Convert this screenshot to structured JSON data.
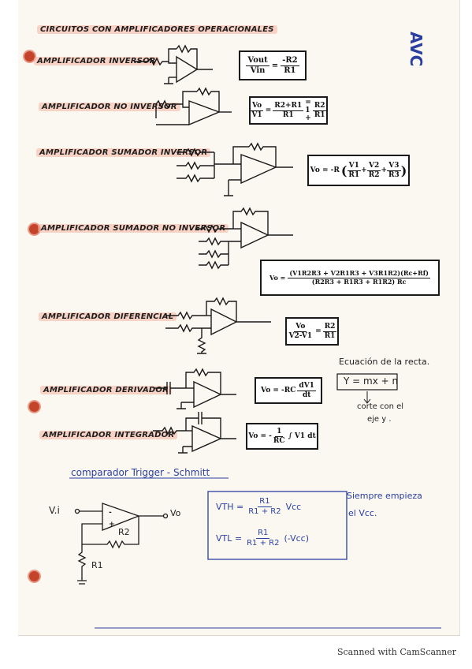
{
  "page_title": "CIRCUITOS CON AMPLIFICADORES OPERACIONALES",
  "corner_mark": "AVC",
  "sections": [
    {
      "title": "AMPLIFICADOR INVERSOR",
      "formula_lhs_num": "Vout",
      "formula_lhs_den": "Vin",
      "formula_rhs_num": "-R2",
      "formula_rhs_den": "R1"
    },
    {
      "title": "AMPLIFICADOR NO INVERSOR",
      "formula_lhs_num": "Vo",
      "formula_lhs_den": "V1",
      "formula_mid_num": "R2+R1",
      "formula_mid_den": "R1",
      "formula_tail": "= 1 +",
      "formula_tail_num": "R2",
      "formula_tail_den": "R1"
    },
    {
      "title": "AMPLIFICADOR SUMADOR INVERSOR",
      "formula": "Vo = -R",
      "formula_terms": [
        "V1/R1",
        "V2/R2",
        "V3/R3"
      ]
    },
    {
      "title": "AMPLIFICADOR SUMADOR NO INVERSOR",
      "formula_num": "(V1R2R3 + V2R1R3 + V3R1R2)(Rc+Rf)",
      "formula_den": "(R2R3 + R1R3 + R1R2) Rc",
      "formula_lhs": "Vo ="
    },
    {
      "title": "AMPLIFICADOR DIFERENCIAL",
      "formula_lhs_num": "Vo",
      "formula_lhs_den": "V2-V1",
      "formula_rhs_num": "R2",
      "formula_rhs_den": "R1"
    },
    {
      "title": "AMPLIFICADOR DERIVADOR",
      "formula_lhs": "Vo = -RC",
      "formula_num": "dV1",
      "formula_den": "dt"
    },
    {
      "title": "AMPLIFICADOR INTEGRADOR",
      "formula_lhs": "Vo = -",
      "formula_num": "1",
      "formula_den": "RC",
      "formula_tail": "∫ V1 dt"
    }
  ],
  "side_notes": {
    "line_eq_title": "Ecuación de la recta.",
    "line_eq": "Y = mx + n",
    "line_eq_note_1": "corte con el",
    "line_eq_note_2": "eje y ."
  },
  "trigger": {
    "title": "comparador Trigger - Schmitt",
    "vth_lhs": "VTH =",
    "vth_num": "R1",
    "vth_den": "R1 + R2",
    "vth_tail": "Vcc",
    "vtl_lhs": "VTL =",
    "vtl_num": "R1",
    "vtl_den": "R1 + R2",
    "vtl_tail": "(-Vcc)",
    "note_1": "Siempre empieza",
    "note_2": "el Vcc.",
    "label_vi": "V.i",
    "label_vo": "Vo",
    "label_r1": "R1",
    "label_r2": "R2"
  },
  "footer": "Scanned with CamScanner"
}
